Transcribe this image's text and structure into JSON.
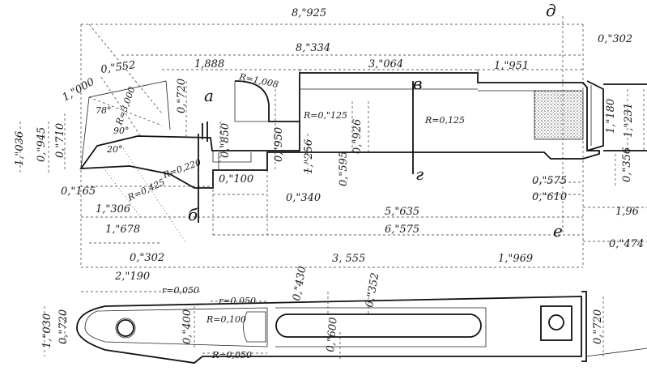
{
  "colors": {
    "ink": "#111111",
    "paper": "#ffffff",
    "hatch": "#555555"
  },
  "section_letters": {
    "a": "a",
    "b": "б",
    "v": "в",
    "g": "г",
    "d": "д",
    "e": "е"
  },
  "dimensions": {
    "overall_length": "8,\"925",
    "length_8334": "8,\"334",
    "right_0302": "0,\"302",
    "len_1888": "1,888",
    "radius_1008": "R=1,008",
    "len_3064": "3,\"064",
    "len_1951": "1,\"951",
    "len_0552": "0,\"552",
    "len_1000": "1,\"000",
    "radius_3000": "R=3,000",
    "angle_78": "78°",
    "angle_90": "90°",
    "angle_20": "20°",
    "len_0720a": "0,\"720",
    "len_1036": "1,\"036",
    "len_0945": "0,\"945",
    "len_0710": "0,\"710",
    "radius_0125": "R=0,\"125",
    "radius_0125b": "R=0,125",
    "len_0950": "0,\"950",
    "len_0850": "0,\"850",
    "len_1256": "1,\"256",
    "len_0926": "0,\"926",
    "len_0595": "0,\"595",
    "len_1180": "1,\"180",
    "len_1231": "1,\"231",
    "len_0356": "0,\"356",
    "radius_0220": "R=0,220",
    "radius_0425": "R=0,425",
    "len_0165": "0,\"165",
    "len_1306": "1,\"306",
    "len_0100": "0,\"100",
    "len_0340": "0,\"340",
    "len_0575": "0,\"575",
    "len_0610": "0,\"610",
    "len_5635": "5,\"635",
    "len_6575": "6,\"575",
    "len_196": "1,96",
    "len_1678": "1,\"678",
    "len_0302b": "0,\"302",
    "len_0474": "0,\"474",
    "len_1969": "1,\"969",
    "len_3555": "3, 555",
    "len_2190": "2,\"190",
    "len_0430": "0,\"430",
    "len_0352": "0,\"352",
    "r_0050a": "r=0,050",
    "r_0050b": "r=0,050",
    "r_0100": "R=0,100",
    "len_0400": "0,\"400",
    "len_0600": "0,\"600",
    "len_1030": "1,\"030",
    "len_0720b": "0,\"720",
    "len_0720c": "0,\"720",
    "radius_0050c": "R=0,050"
  }
}
